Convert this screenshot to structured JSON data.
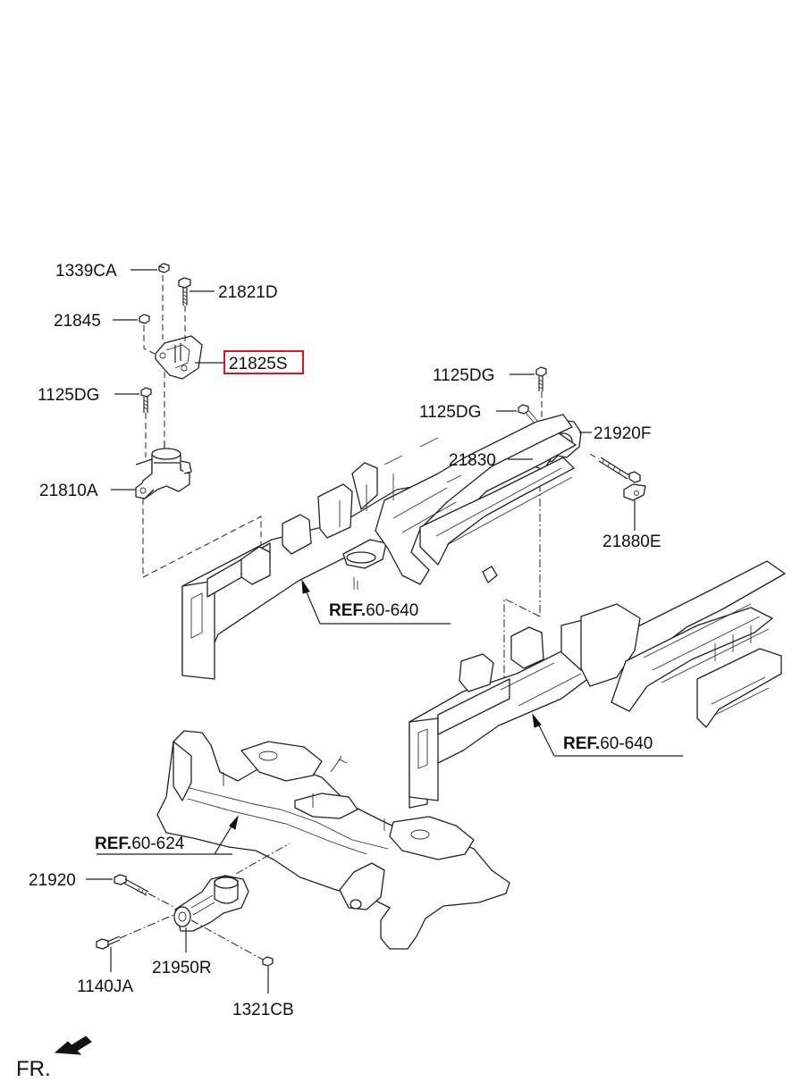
{
  "labels": {
    "p1339CA": "1339CA",
    "p21821D": "21821D",
    "p21845": "21845",
    "p21825S": "21825S",
    "p1125DG_a": "1125DG",
    "p21810A": "21810A",
    "p1125DG_b": "1125DG",
    "p1125DG_c": "1125DG",
    "p21920F": "21920F",
    "p21830": "21830",
    "p21880E": "21880E",
    "p21920": "21920",
    "p1140JA": "1140JA",
    "p21950R": "21950R",
    "p1321CB": "1321CB"
  },
  "refs": {
    "ref1": {
      "prefix": "REF.",
      "number": "60-640"
    },
    "ref2": {
      "prefix": "REF.",
      "number": "60-640"
    },
    "ref3": {
      "prefix": "REF.",
      "number": "60-624"
    }
  },
  "front_indicator": "FR.",
  "highlight_color": "#e0141e"
}
